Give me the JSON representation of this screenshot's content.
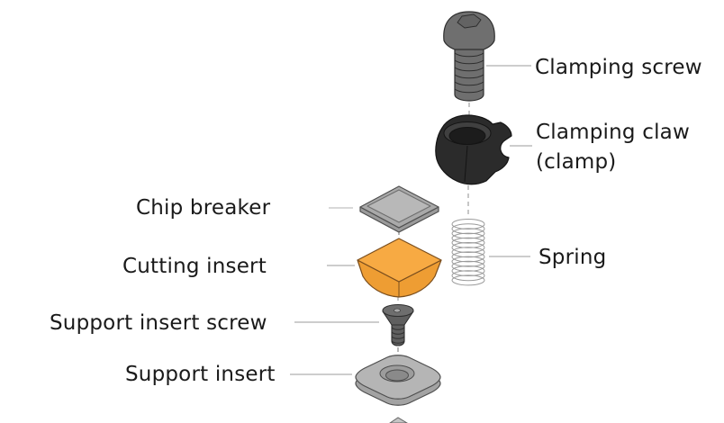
{
  "diagram": {
    "type": "exploded-assembly-diagram",
    "labels": {
      "clamping_screw": "Clamping screw",
      "clamping_claw": {
        "line1": "Clamping claw",
        "line2": "(clamp)"
      },
      "chip_breaker": "Chip breaker",
      "cutting_insert": "Cutting insert",
      "spring": "Spring",
      "support_insert_screw": "Support insert screw",
      "support_insert": "Support insert"
    },
    "parts": [
      {
        "id": "clamping-screw",
        "label": "Clamping screw"
      },
      {
        "id": "clamping-claw",
        "label": "Clamping claw (clamp)"
      },
      {
        "id": "chip-breaker",
        "label": "Chip breaker"
      },
      {
        "id": "cutting-insert",
        "label": "Cutting insert"
      },
      {
        "id": "spring",
        "label": "Spring"
      },
      {
        "id": "support-insert-screw",
        "label": "Support insert screw"
      },
      {
        "id": "support-insert",
        "label": "Support insert"
      }
    ],
    "colors": {
      "background": "#FFFFFF",
      "cutting_insert_orange": "#F7AA43",
      "cutting_insert_orange_dark": "#EE9D33",
      "part_gray_light": "#B8B8B8",
      "part_gray": "#A9A9A9",
      "screw_gray": "#6F6F6F",
      "small_screw_gray": "#5F5F5F",
      "claw_black": "#2B2B2B",
      "outline_dark": "#2E2E2E",
      "label_text": "#1A1A1A",
      "leader_line": "#9B9B9B",
      "dashed_axis": "#8F8F8F",
      "spring_stroke": "#9A9A9A"
    }
  }
}
